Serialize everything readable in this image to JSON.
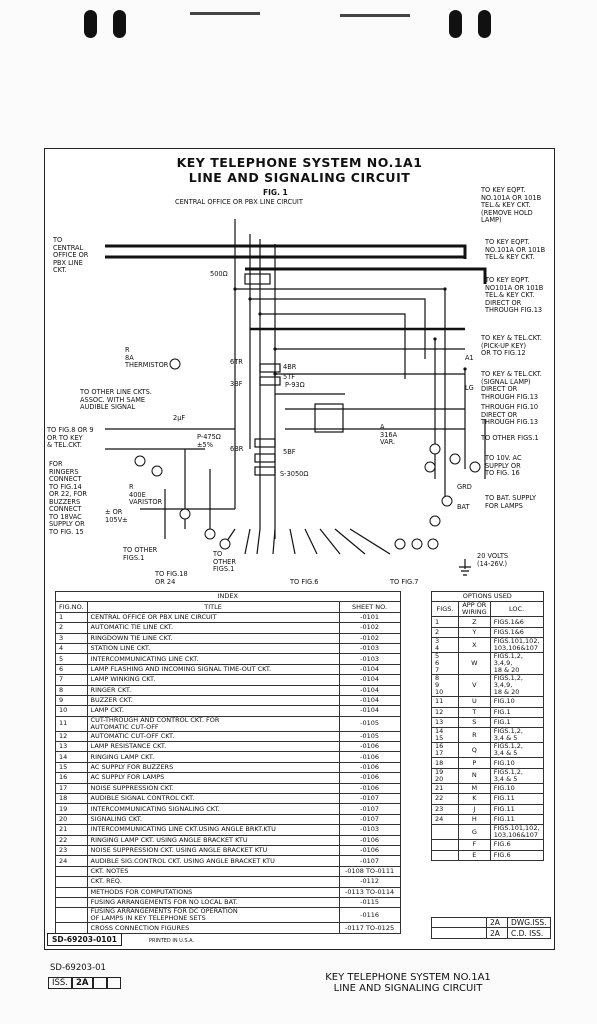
{
  "header": {
    "title_line1": "KEY TELEPHONE SYSTEM NO.1A1",
    "title_line2": "LINE AND SIGNALING CIRCUIT",
    "fig": "FIG. 1",
    "fig_sub": "CENTRAL OFFICE OR PBX LINE CIRCUIT"
  },
  "labels": {
    "co_line": "TO\nCENTRAL\nOFFICE OR\nPBX LINE\nCKT.",
    "key_eqpt_1": "TO KEY EQPT.\nNO.101A OR 101B\nTEL.& KEY CKT.\n(REMOVE HOLD\nLAMP)",
    "key_eqpt_2": "TO KEY EQPT.\nNO.101A OR 101B\nTEL.& KEY CKT.",
    "key_eqpt_3": "TO KEY EQPT.\nNO101A OR 101B\nTEL.& KEY CKT.\nDIRECT OR\nTHROUGH FIG.13",
    "key_tel_pickup": "TO KEY & TEL.CKT.\n(PICK-UP KEY)\nOR TO FIG.12",
    "key_tel_signal": "TO KEY & TEL.CKT.\n(SIGNAL LAMP)\nDIRECT OR\nTHROUGH FIG.13",
    "fig10": "THROUGH FIG.10\nDIRECT OR\nTHROUGH FIG.13",
    "other_figs1": "TO OTHER FIGS.1",
    "ac_supply": "TO 10V. AC\nSUPPLY OR\nTO FIG. 16",
    "bat_supply": "TO BAT. SUPPLY\nFOR LAMPS",
    "thermistor": "R\n8A\nTHERMISTOR",
    "other_line": "TO OTHER LINE CKTS.\nASSOC. WITH SAME\nAUDIBLE SIGNAL",
    "fig8or9": "TO FIG.8 OR 9\nOR TO KEY\n& TEL.CKT.",
    "ringers": "FOR\nRINGERS\nCONNECT\nTO FIG.14\nOR 22, FOR\nBUZZERS\nCONNECT\nTO 18VAC\nSUPPLY OR\nTO FIG. 15",
    "varistor": "R\n400E\nVARISTOR",
    "r316a": "A\n316A\nVAR.",
    "other_figs_a": "TO OTHER\nFIGS.1",
    "other_figs_b": "TO\nOTHER\nFIGS.1",
    "fig18": "TO FIG.18\nOR 24",
    "fig6": "TO FIG.6",
    "fig7": "TO FIG.7",
    "volts": "20 VOLTS\n(14-26V.)",
    "cap_2uf": "2μF",
    "res_500": "500Ω",
    "res_93": "P-93Ω",
    "res_475": "P-475Ω\n±5%",
    "res_3050": "S-3050Ω",
    "rel_6tr": "6TR",
    "rel_4br": "4BR",
    "rel_5tf": "5TF",
    "rel_3bf": "3BF",
    "rel_6br": "6BR",
    "rel_5bf": "5BF",
    "ac_volt": "± OR\n105V±",
    "grd": "GRD",
    "bat": "BAT",
    "lg": "LG",
    "a1": "A1"
  },
  "index": {
    "heading": "INDEX",
    "cols": [
      "FIG.NO.",
      "TITLE",
      "SHEET NO."
    ],
    "rows": [
      [
        "1",
        "CENTRAL OFFICE OR PBX LINE CIRCUIT",
        "-0101"
      ],
      [
        "2",
        "AUTOMATIC TIE LINE CKT.",
        "-0102"
      ],
      [
        "3",
        "RINGDOWN TIE LINE CKT.",
        "-0102"
      ],
      [
        "4",
        "STATION LINE CKT.",
        "-0103"
      ],
      [
        "5",
        "INTERCOMMUNICATING LINE CKT.",
        "-0103"
      ],
      [
        "6",
        "LAMP FLASHING AND INCOMING SIGNAL TIME-OUT CKT.",
        "-0104"
      ],
      [
        "7",
        "LAMP WINKING CKT.",
        "-0104"
      ],
      [
        "8",
        "RINGER CKT.",
        "-0104"
      ],
      [
        "9",
        "BUZZER CKT.",
        "-0104"
      ],
      [
        "10",
        "LAMP CKT.",
        "-0104"
      ],
      [
        "11",
        "CUT-THROUGH AND CONTROL CKT. FOR\nAUTOMATIC CUT-OFF",
        "-0105"
      ],
      [
        "12",
        "AUTOMATIC CUT-OFF CKT.",
        "-0105"
      ],
      [
        "13",
        "LAMP RESISTANCE CKT.",
        "-0106"
      ],
      [
        "14",
        "RINGING LAMP CKT.",
        "-0106"
      ],
      [
        "15",
        "AC SUPPLY FOR BUZZERS",
        "-0106"
      ],
      [
        "16",
        "AC SUPPLY FOR LAMPS",
        "-0106"
      ],
      [
        "17",
        "NOISE SUPPRESSION CKT.",
        "-0106"
      ],
      [
        "18",
        "AUDIBLE SIGNAL CONTROL CKT.",
        "-0107"
      ],
      [
        "19",
        "INTERCOMMUNICATING SIGNALING CKT.",
        "-0107"
      ],
      [
        "20",
        "SIGNALING CKT.",
        "-0107"
      ],
      [
        "21",
        "INTERCOMMUNICATING LINE CKT.USING ANGLE BRKT.KTU",
        "-0103"
      ],
      [
        "22",
        "RINGING LAMP CKT. USING ANGLE BRACKET KTU",
        "-0106"
      ],
      [
        "23",
        "NOISE SUPPRESSION CKT. USING ANGLE BRACKET KTU",
        "-0106"
      ],
      [
        "24",
        "AUDIBLE SIG.CONTROL CKT. USING ANGLE BRACKET KTU",
        "-0107"
      ],
      [
        "",
        "CKT. NOTES",
        "-0108 TO-0111"
      ],
      [
        "",
        "CKT. REQ.",
        "-0112"
      ],
      [
        "",
        "METHODS FOR COMPUTATIONS",
        "-0113 TO-0114"
      ],
      [
        "",
        "FUSING ARRANGEMENTS FOR NO LOCAL BAT.",
        "-0115"
      ],
      [
        "",
        "FUSING ARRANGEMENTS FOR DC OPERATION\nOF LAMPS IN KEY TELEPHONE SETS",
        "-0116"
      ],
      [
        "",
        "CROSS CONNECTION FIGURES",
        "-0117 TO-0125"
      ]
    ]
  },
  "options": {
    "heading": "OPTIONS USED",
    "cols": [
      "FIGS.",
      "APP OR\nWIRING",
      "LOC."
    ],
    "rows": [
      [
        "1",
        "Z",
        "FIGS.1&6"
      ],
      [
        "2",
        "Y",
        "FIGS.1&6"
      ],
      [
        "3\n4",
        "X",
        "FIGS.101,102,\n103,106&107"
      ],
      [
        "5\n6\n7",
        "W",
        "FIGS.1,2,\n3,4,9,\n18 & 20"
      ],
      [
        "8\n9\n10",
        "V",
        "FIGS.1,2,\n3,4,9,\n18 & 20"
      ],
      [
        "11",
        "U",
        "FIG.10"
      ],
      [
        "12",
        "T",
        "FIG.1"
      ],
      [
        "13",
        "S",
        "FIG.1"
      ],
      [
        "14\n15",
        "R",
        "FIGS.1,2,\n3,4 & 5"
      ],
      [
        "16\n17",
        "Q",
        "FIGS.1,2,\n3,4 & 5"
      ],
      [
        "18",
        "P",
        "FIG.10"
      ],
      [
        "19\n20",
        "N",
        "FIGS.1,2,\n3,4 & 5"
      ],
      [
        "21",
        "M",
        "FIG.10"
      ],
      [
        "22",
        "K",
        "FIG.11"
      ],
      [
        "23",
        "J",
        "FIG.11"
      ],
      [
        "24",
        "H",
        "FIG.11"
      ],
      [
        "",
        "G",
        "FIGS.101,102,\n103,106&107"
      ],
      [
        "",
        "F",
        "FIG.6"
      ],
      [
        "",
        "E",
        "FIG.6"
      ]
    ]
  },
  "issues": {
    "dwg_num": "2A",
    "dwg_label": "DWG.ISS.",
    "cd_num": "2A",
    "cd_label": "C.D. ISS."
  },
  "drawing_number": "SD-69203-0101",
  "printed": "PRINTED IN U.S.A.",
  "footer": {
    "code": "SD-69203-01",
    "iss_label": "ISS.",
    "iss_value": "2A",
    "title_line1": "KEY TELEPHONE SYSTEM NO.1A1",
    "title_line2": "LINE AND SIGNALING CIRCUIT"
  }
}
